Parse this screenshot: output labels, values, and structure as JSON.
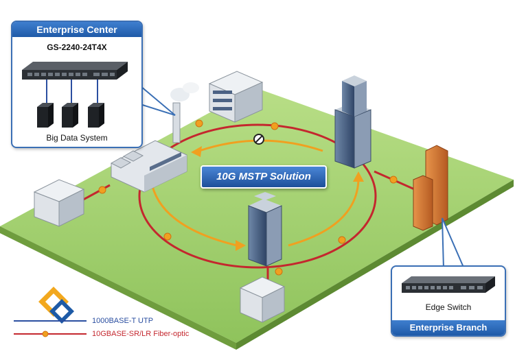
{
  "enterprise_center": {
    "title": "Enterprise Center",
    "switch_model": "GS-2240-24T4X",
    "system_label": "Big Data System"
  },
  "enterprise_branch": {
    "title": "Enterprise Branch",
    "switch_label": "Edge Switch"
  },
  "solution_label": "10G MSTP Solution",
  "legend": {
    "utp": "1000BASE-T UTP",
    "fiber": "10GBASE-SR/LR Fiber-optic"
  },
  "colors": {
    "utp_line": "#2a4ea0",
    "fiber_line": "#c4272e",
    "flow_arrow": "#f0a020",
    "ground": "#9ccf6a",
    "accent_blue": "#1f5aa8"
  },
  "icons": {
    "blocked_port": "no-entry-icon",
    "fiber_node": "fiber-dot-icon"
  }
}
